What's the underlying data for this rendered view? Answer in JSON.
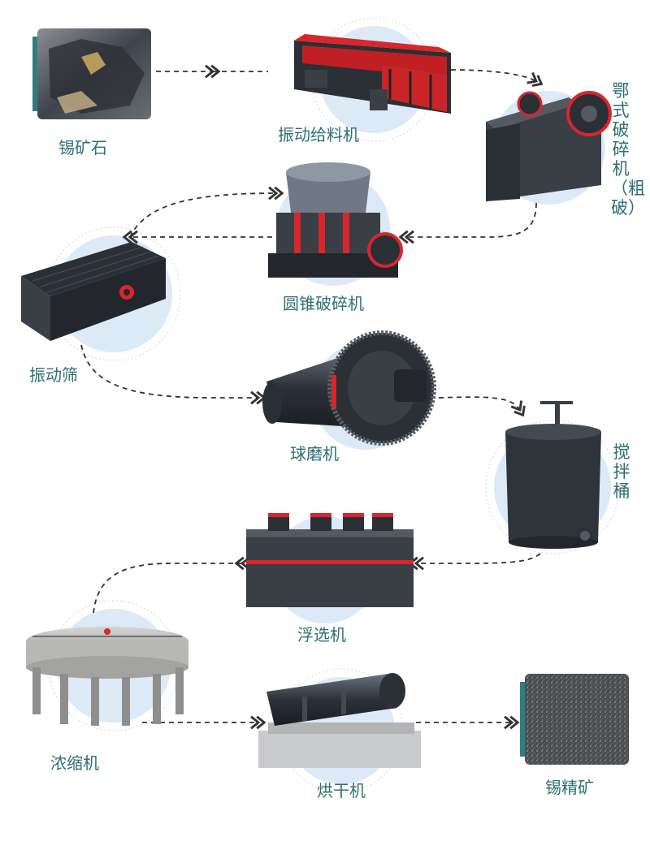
{
  "steps": {
    "tin_ore": "锡矿石",
    "vibrating_feeder": "振动给料机",
    "jaw_crusher": "鄂式破碎机（粗破）",
    "cone_crusher": "圆锥破碎机",
    "vibrating_screen": "振动筛",
    "ball_mill": "球磨机",
    "agitation_tank": "搅拌桶",
    "flotation_machine": "浮选机",
    "thickener": "浓缩机",
    "dryer": "烘干机",
    "tin_concentrate": "锡精矿"
  },
  "colors": {
    "label": "#2d6f75",
    "accent_red": "#d8262b",
    "machine_dark": "#2b2f36",
    "halo": "#dce9f7"
  }
}
